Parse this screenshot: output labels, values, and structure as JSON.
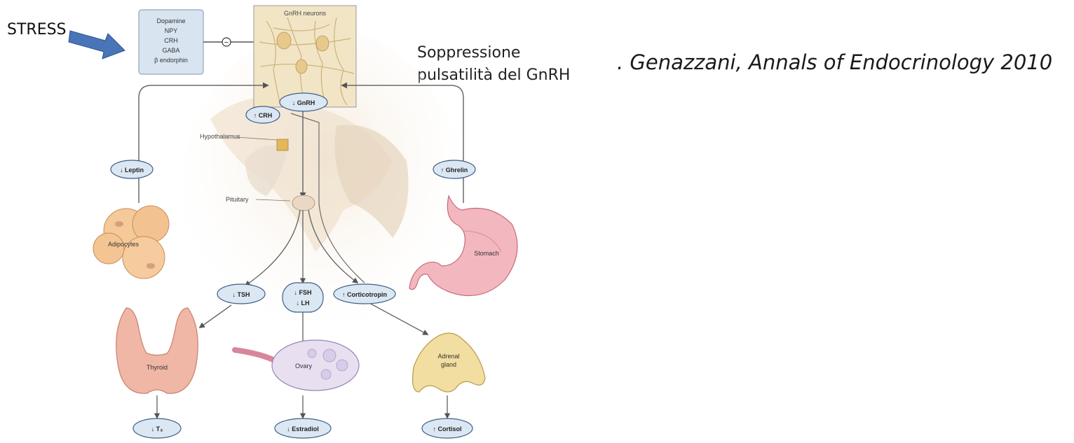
{
  "stress_label": "STRESS",
  "neurotransmitters": [
    "Dopamine",
    "NPY",
    "CRH",
    "GABA",
    "β endorphin"
  ],
  "inhibition_symbol": "⊖",
  "gnrh_neurons_label": "GnRH neurons",
  "suppression_text": [
    "Soppressione",
    "pulsatilità del GnRH"
  ],
  "citation": ". Genazzani, Annals of Endocrinology 2010",
  "hormones": {
    "gnrh": "↓ GnRH",
    "crh": "↑ CRH",
    "leptin": "↓ Leptin",
    "ghrelin": "↑ Ghrelin",
    "tsh": "↓ TSH",
    "fsh": "↓ FSH",
    "lh": "↓ LH",
    "corticotropin": "↑ Corticotropin",
    "t3": "↓ T₃",
    "estradiol": "↓ Estradiol",
    "cortisol": "↑ Cortisol"
  },
  "organs": {
    "hypothalamus": "Hypothalamus",
    "pituitary": "Pituitary",
    "adipocytes": "Adipocytes",
    "stomach": "Stomach",
    "thyroid": "Thyroid",
    "ovary": "Ovary",
    "adrenal": [
      "Adrenal",
      "gland"
    ]
  },
  "colors": {
    "arrow_blue": "#4a74b8",
    "box_fill": "#d9e4f1",
    "pill_fill": "#dbe7f3",
    "pill_stroke": "#3f5f86",
    "line": "#6b6b6b"
  }
}
